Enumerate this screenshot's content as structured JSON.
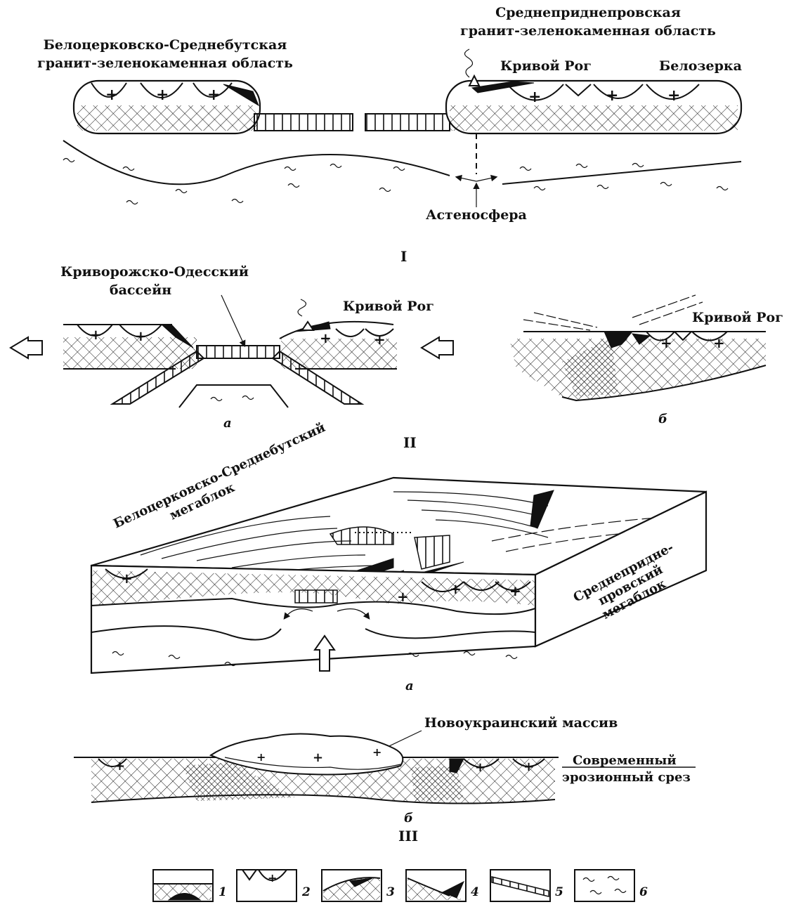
{
  "panel_I": {
    "left_region": [
      "Белоцерковско-Среднебутская",
      "гранит-зеленокаменная область"
    ],
    "right_region": [
      "Среднеприднепровская",
      "гранит-зеленокаменная область"
    ],
    "kryvyi_rih": "Кривой Рог",
    "belozerka": "Белозерка",
    "asthenosphere": "Астеносфера",
    "numeral": "I"
  },
  "panel_II": {
    "basin": [
      "Криворожско-Одесский",
      "бассейн"
    ],
    "kryvyi_rih_a": "Кривой Рог",
    "kryvyi_rih_b": "Кривой Рог",
    "sub_a": "а",
    "sub_b": "б",
    "numeral": "II"
  },
  "panel_III": {
    "left_megablock": [
      "Белоцерковско-Среднебутский",
      "мегаблок"
    ],
    "right_megablock": [
      "Среднепридне-",
      "провский",
      "мегаблок"
    ],
    "novoukrainka": "Новоукраинский массив",
    "erosion_cut": [
      "Современный",
      "эрозионный срез"
    ],
    "sub_a": "а",
    "sub_b": "б",
    "numeral": "III"
  },
  "legend": {
    "items": [
      "1",
      "2",
      "3",
      "4",
      "5",
      "6"
    ]
  }
}
